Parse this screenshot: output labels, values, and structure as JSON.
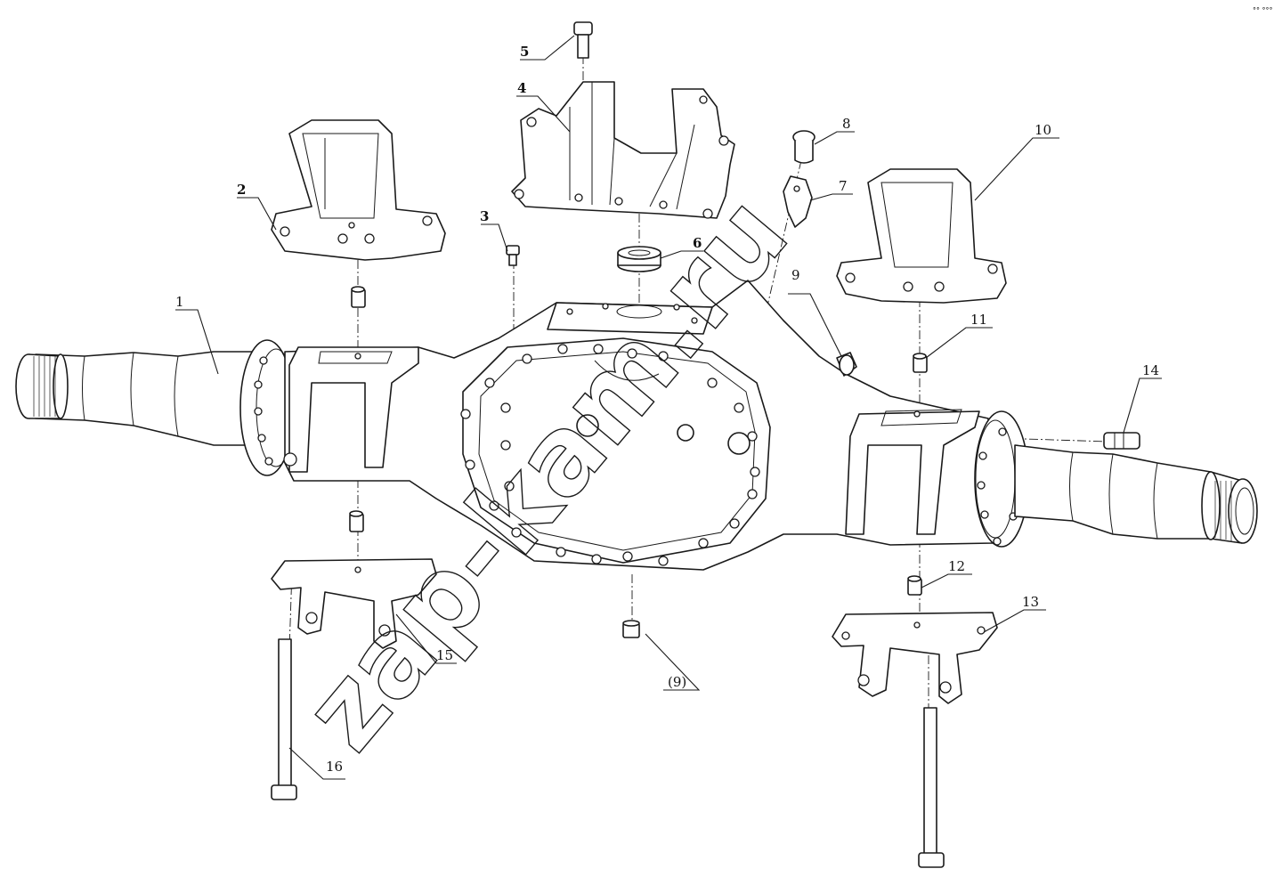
{
  "watermark": {
    "text": "zap-kam.ru"
  },
  "corner_mark": "°° °°°",
  "callouts": [
    {
      "id": "1",
      "label": "1"
    },
    {
      "id": "2",
      "label": "2"
    },
    {
      "id": "3",
      "label": "3"
    },
    {
      "id": "4",
      "label": "4"
    },
    {
      "id": "5",
      "label": "5"
    },
    {
      "id": "6",
      "label": "6"
    },
    {
      "id": "7",
      "label": "7"
    },
    {
      "id": "8",
      "label": "8"
    },
    {
      "id": "9",
      "label": "9"
    },
    {
      "id": "9b",
      "label": "(9)"
    },
    {
      "id": "10",
      "label": "10"
    },
    {
      "id": "11",
      "label": "11"
    },
    {
      "id": "12",
      "label": "12"
    },
    {
      "id": "13",
      "label": "13"
    },
    {
      "id": "14",
      "label": "14"
    },
    {
      "id": "15",
      "label": "15"
    },
    {
      "id": "16",
      "label": "16"
    }
  ]
}
